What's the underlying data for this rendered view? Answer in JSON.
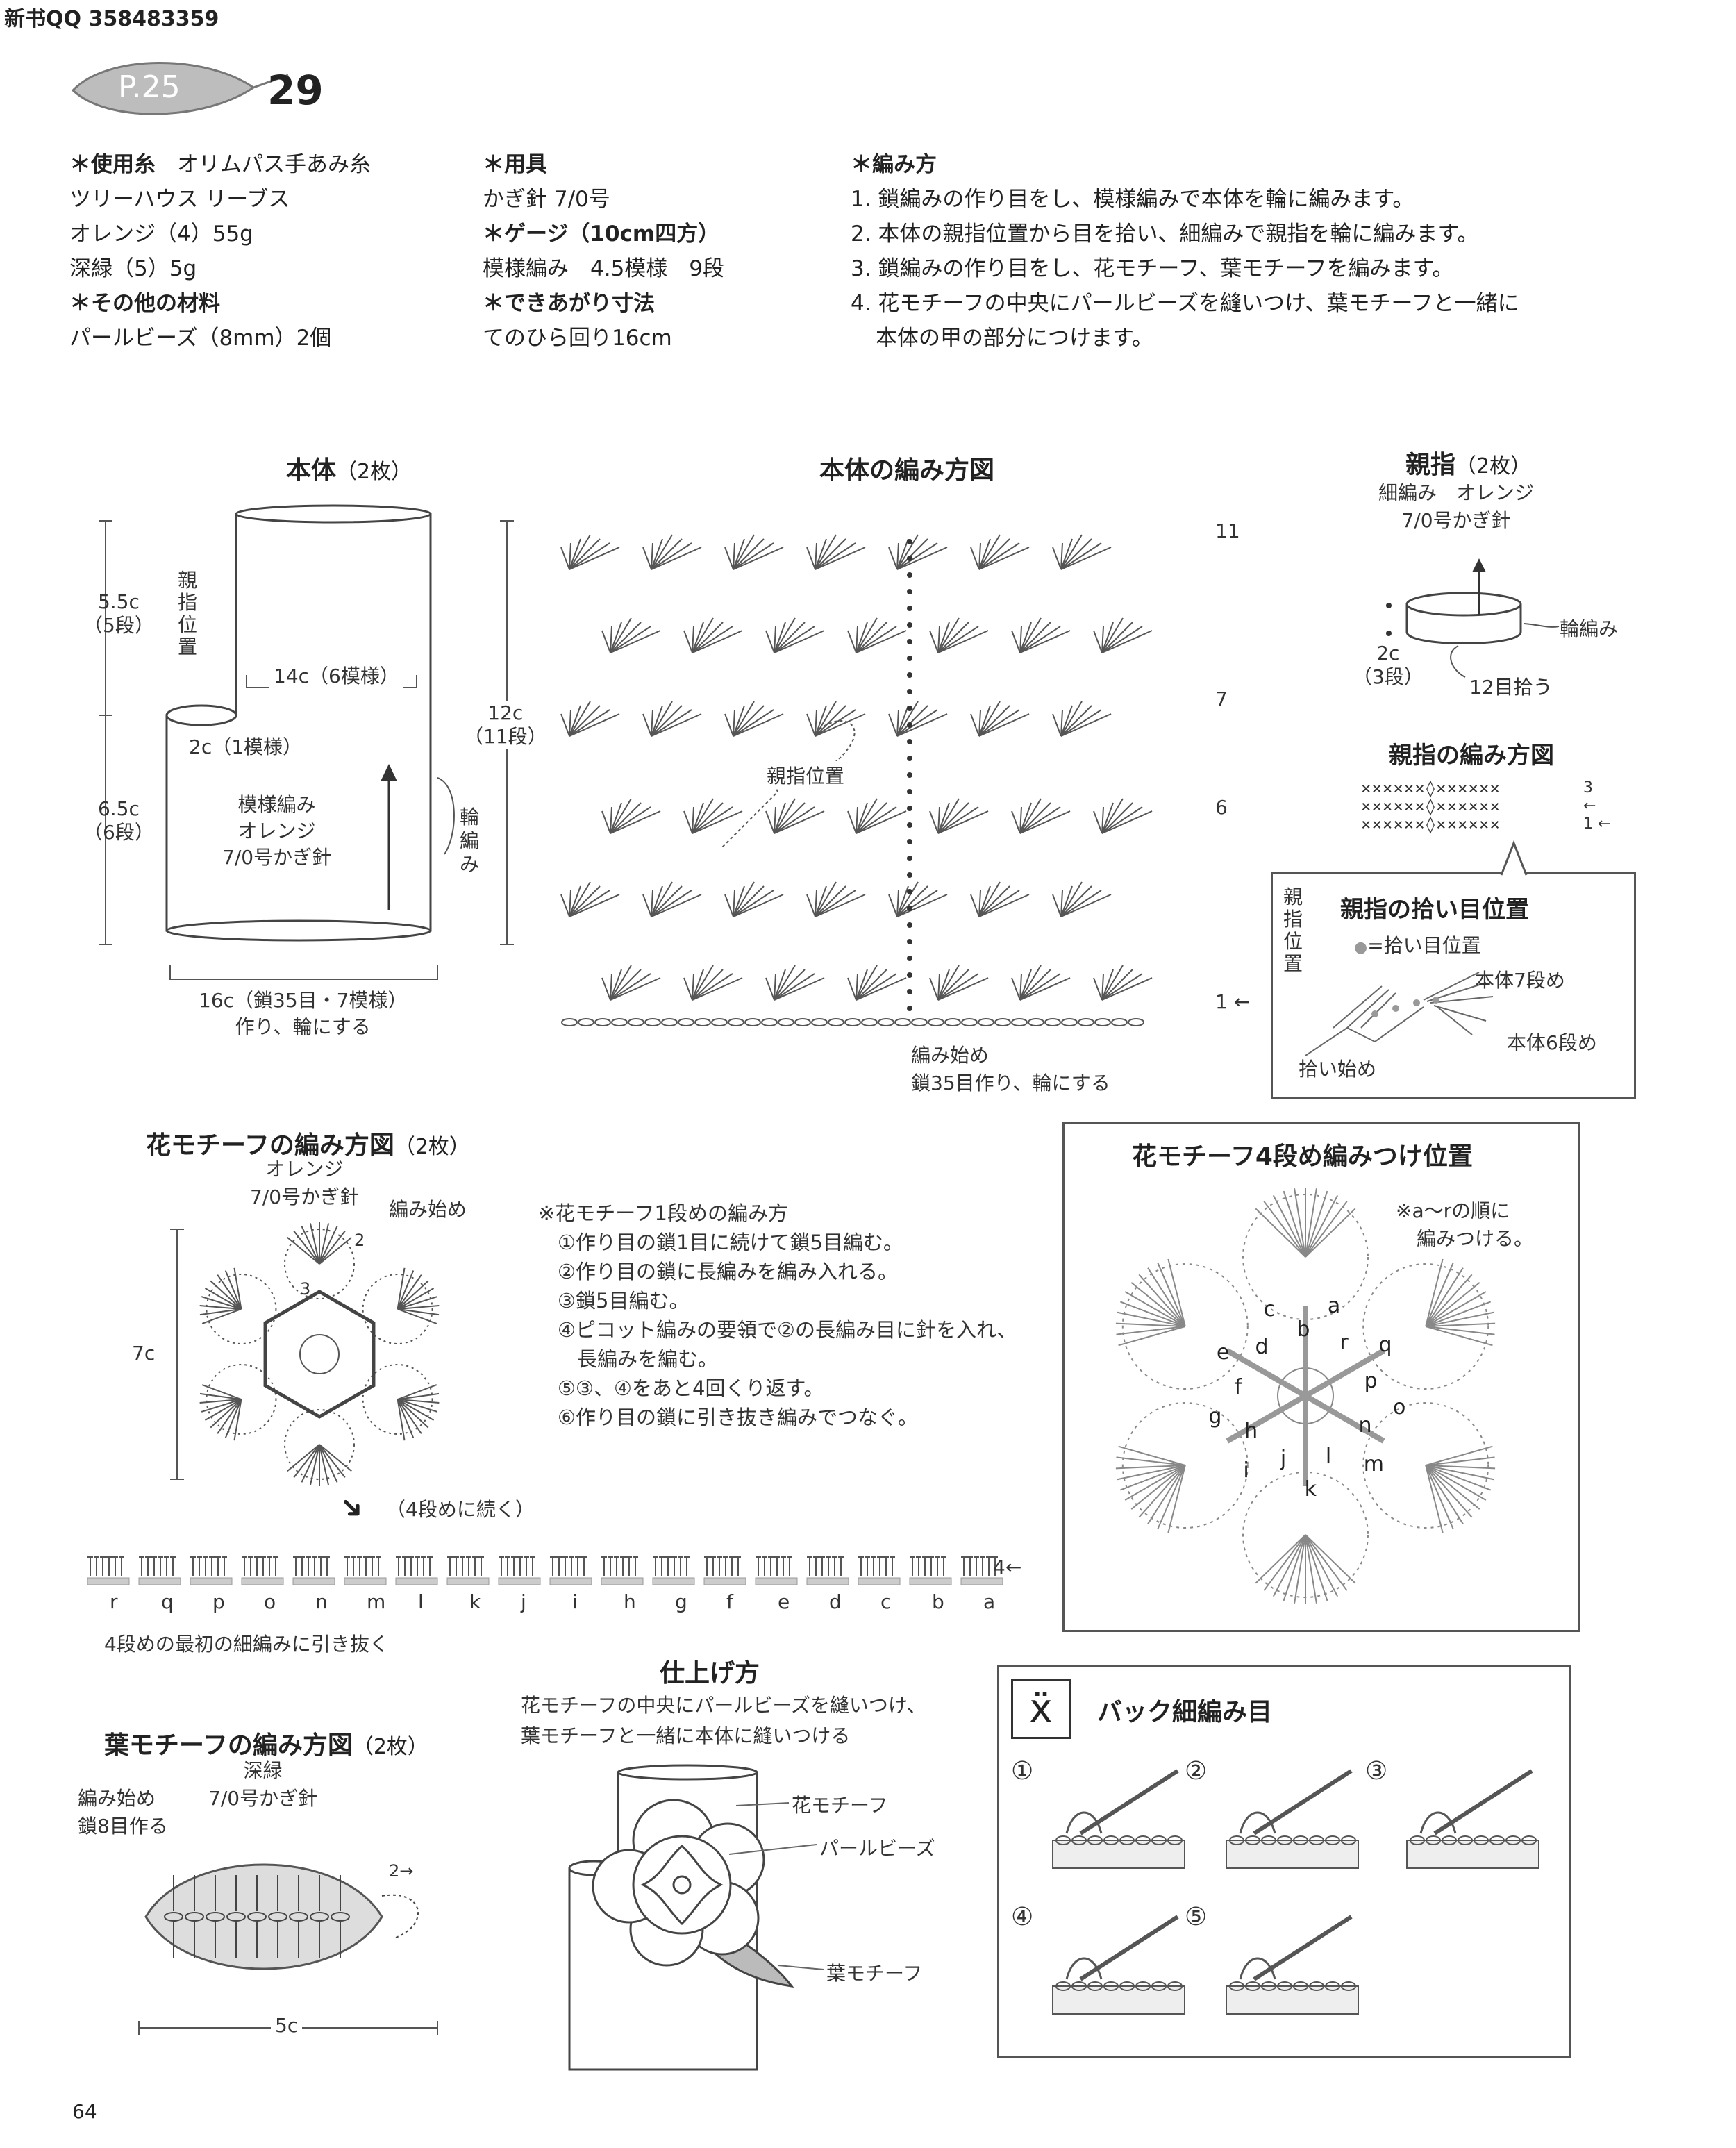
{
  "header": {
    "watermark": "新书QQ 358483359",
    "page_ref": "P.25",
    "item_number": "29"
  },
  "materials": {
    "yarn_heading": "＊使用糸",
    "yarn_brand": "オリムパス手あみ糸",
    "yarn_name": "ツリーハウス リーブス",
    "colors": [
      "オレンジ（4）55g",
      "深緑（5）5g"
    ],
    "other_heading": "＊その他の材料",
    "other_items": [
      "パールビーズ（8mm）2個"
    ]
  },
  "tools": {
    "tool_heading": "＊用具",
    "hook": "かぎ針 7/0号",
    "gauge_heading": "＊ゲージ（10cm四方）",
    "gauge": "模様編み　4.5模様　9段",
    "size_heading": "＊できあがり寸法",
    "size": "てのひら回り16cm"
  },
  "instructions": {
    "heading": "＊編み方",
    "steps": [
      "1. 鎖編みの作り目をし、模様編みで本体を輪に編みます。",
      "2. 本体の親指位置から目を拾い、細編みで親指を輪に編みます。",
      "3. 鎖編みの作り目をし、花モチーフ、葉モチーフを編みます。",
      "4. 花モチーフの中央にパールビーズを縫いつけ、葉モチーフと一緒に",
      "本体の甲の部分につけます。"
    ]
  },
  "body_diagram": {
    "title": "本体",
    "count": "（2枚）",
    "top_height": "5.5c",
    "top_rows": "（5段）",
    "thumb_label": "親指位置",
    "width_pattern": "14c（6模様）",
    "thumb_width": "2c（1模様）",
    "bottom_height": "6.5c",
    "bottom_rows": "（6段）",
    "total_height": "12c",
    "total_rows": "（11段）",
    "body_text": [
      "模様編み",
      "オレンジ",
      "7/0号かぎ針"
    ],
    "round_label": "輪編み",
    "base_line1": "16c（鎖35目・7模様）",
    "base_line2": "作り、輪にする"
  },
  "pattern_chart": {
    "title": "本体の編み方図",
    "row_labels": [
      "11",
      "7",
      "6",
      "1"
    ],
    "thumb_label": "親指位置",
    "start_line1": "編み始め",
    "start_line2": "鎖35目作り、輪にする"
  },
  "thumb": {
    "title": "親指",
    "count": "（2枚）",
    "yarn": "細編み　オレンジ",
    "hook": "7/0号かぎ針",
    "round_label": "輪編み",
    "size": "2c",
    "rows": "（3段）",
    "pickup": "12目拾う",
    "chart_title": "親指の編み方図",
    "chart_rows": [
      "××××××◊××××××",
      "××××××◊××××××",
      "××××××◊××××××"
    ],
    "chart_row_labels": [
      "3",
      "←",
      "1 ←"
    ],
    "pickup_title": "親指の拾い目位置",
    "pickup_side": "親指位置",
    "pickup_legend": "=拾い目位置",
    "pickup_row7": "本体7段め",
    "pickup_row6": "本体6段め",
    "pickup_start": "拾い始め"
  },
  "flower": {
    "title": "花モチーフの編み方図",
    "count": "（2枚）",
    "yarn": "オレンジ",
    "hook": "7/0号かぎ針",
    "start": "編み始め",
    "size": "7c",
    "round_marks": [
      "2",
      "3"
    ],
    "note_heading": "※花モチーフ1段めの編み方",
    "notes": [
      "①作り目の鎖1目に続けて鎖5目編む。",
      "②作り目の鎖に長編みを編み入れる。",
      "③鎖5目編む。",
      "④ピコット編みの要領で②の長編み目に針を入れ、",
      "長編みを編む。",
      "⑤③、④をあと4回くり返す。",
      "⑥作り目の鎖に引き抜き編みでつなぐ。"
    ],
    "continue_label": "（4段めに続く）",
    "row4_label": "4←",
    "letters": [
      "r",
      "q",
      "p",
      "o",
      "n",
      "m",
      "l",
      "k",
      "j",
      "i",
      "h",
      "g",
      "f",
      "e",
      "d",
      "c",
      "b",
      "a"
    ],
    "pull_label": "4段めの最初の細編みに引き抜く"
  },
  "attach": {
    "title": "花モチーフ4段め編みつけ位置",
    "note1": "※a～rの順に",
    "note2": "編みつける。",
    "letters": [
      "a",
      "b",
      "c",
      "d",
      "e",
      "f",
      "g",
      "h",
      "i",
      "j",
      "k",
      "l",
      "m",
      "n",
      "o",
      "p",
      "q",
      "r"
    ]
  },
  "leaf": {
    "title": "葉モチーフの編み方図",
    "count": "（2枚）",
    "yarn": "深緑",
    "hook": "7/0号かぎ針",
    "start1": "編み始め",
    "start2": "鎖8目作る",
    "size": "5c",
    "row_mark": "2→"
  },
  "finish": {
    "title": "仕上げ方",
    "line1": "花モチーフの中央にパールビーズを縫いつけ、",
    "line2": "葉モチーフと一緒に本体に縫いつける",
    "flower_label": "花モチーフ",
    "bead_label": "パールビーズ",
    "leaf_label": "葉モチーフ"
  },
  "back_sc": {
    "title": "バック細編み目",
    "steps": [
      "①",
      "②",
      "③",
      "④",
      "⑤"
    ]
  },
  "footer": {
    "page_number": "64"
  }
}
